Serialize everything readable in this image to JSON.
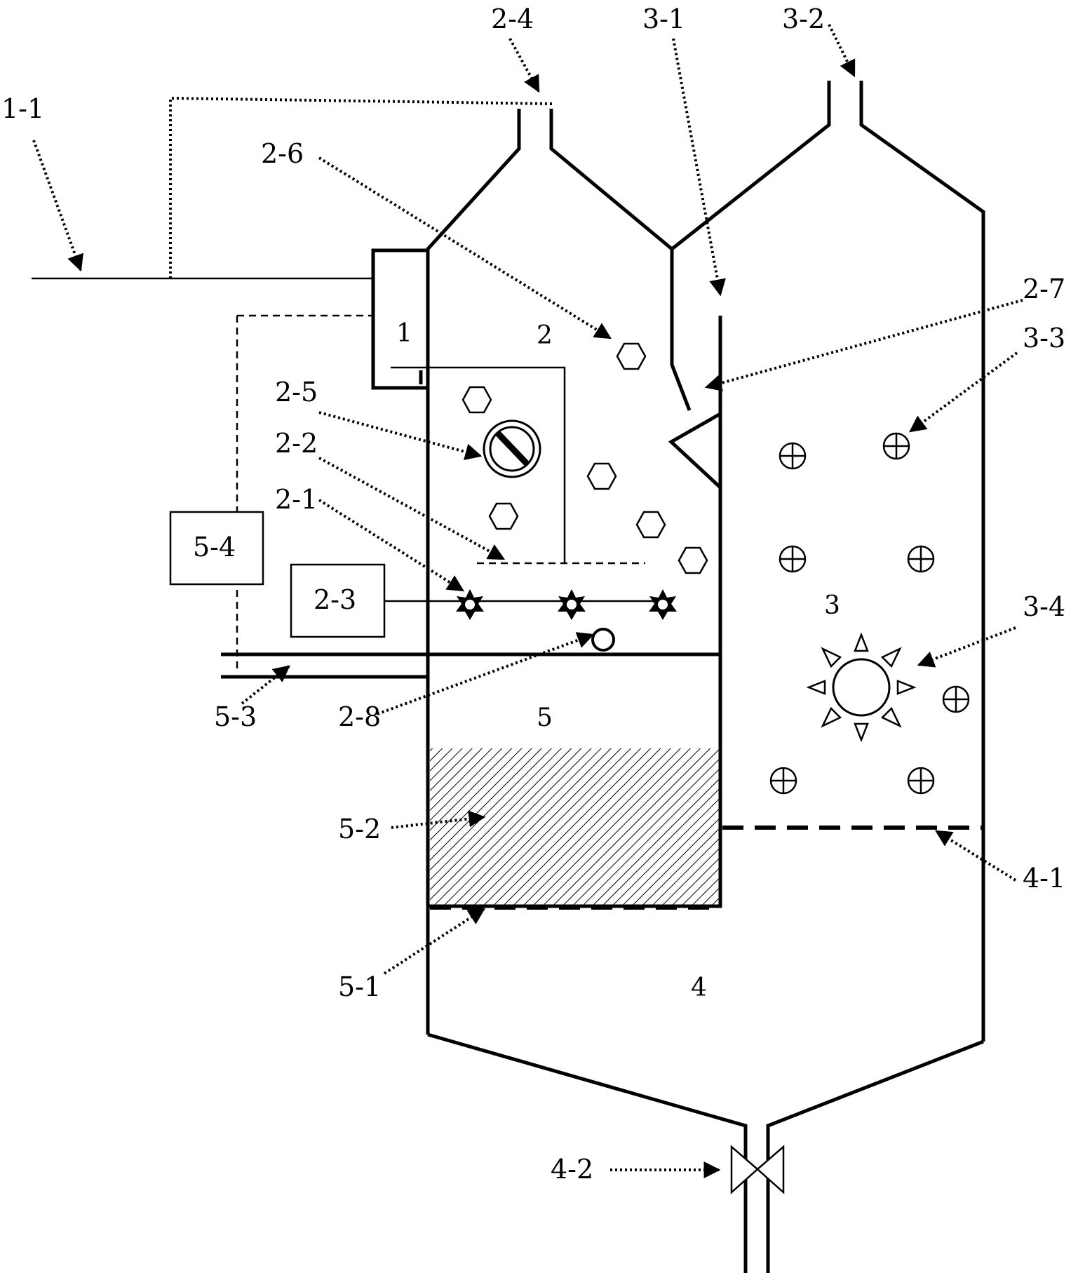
{
  "labels": {
    "l1_1": "1-1",
    "l2_4": "2-4",
    "l3_1": "3-1",
    "l3_2": "3-2",
    "l2_6": "2-6",
    "l2_7": "2-7",
    "l3_3": "3-3",
    "l2_5": "2-5",
    "l2_2": "2-2",
    "l2_1": "2-1",
    "l5_4": "5-4",
    "l2_3": "2-3",
    "l3_4": "3-4",
    "l5_3": "5-3",
    "l2_8": "2-8",
    "l5_2": "5-2",
    "l4_1": "4-1",
    "l5_1": "5-1",
    "l4_2": "4-2"
  },
  "zones": {
    "z1": "1",
    "z2": "2",
    "z3": "3",
    "z4": "4",
    "z5": "5"
  }
}
